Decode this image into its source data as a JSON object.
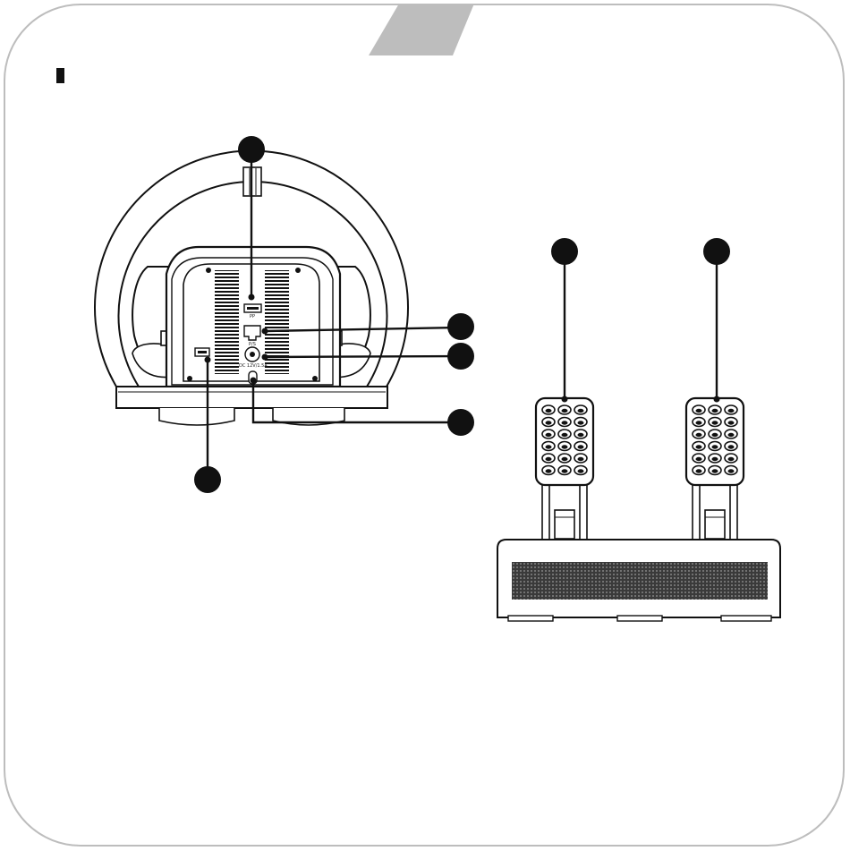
{
  "diagram": {
    "port_labels": {
      "usb_top": "PP",
      "rj_port": "P/S",
      "dc_power": "DC 12V/1.5A"
    },
    "callouts": [
      {
        "id": "wheel-top-callout"
      },
      {
        "id": "wheel-rj-callout"
      },
      {
        "id": "wheel-dc-callout"
      },
      {
        "id": "wheel-switch-callout"
      },
      {
        "id": "wheel-usb-left-callout"
      },
      {
        "id": "pedal-left-callout"
      },
      {
        "id": "pedal-right-callout"
      }
    ],
    "colors": {
      "frame": "#bdbdbd",
      "tab": "#bdbdbd",
      "ink": "#111111"
    }
  }
}
